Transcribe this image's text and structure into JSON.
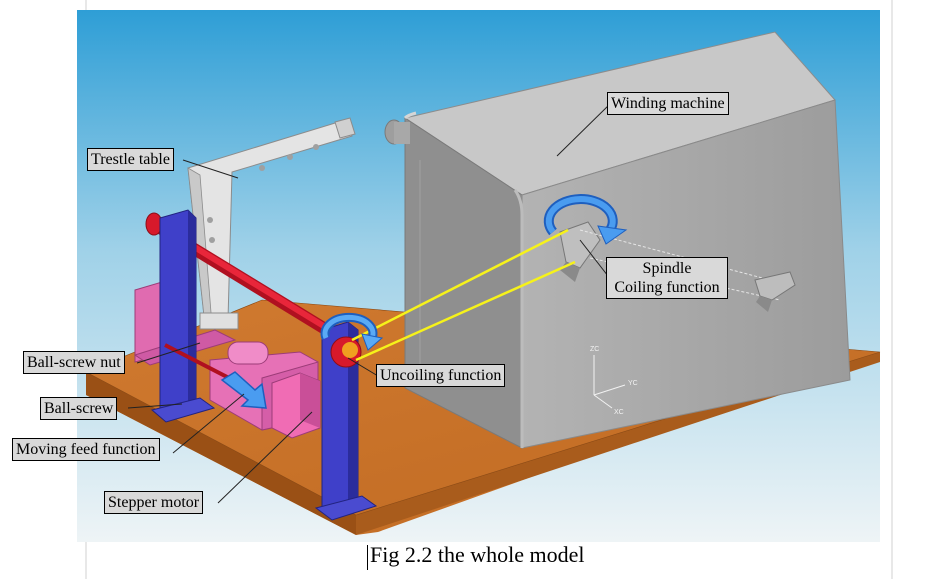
{
  "labels": {
    "winding_machine": "Winding machine",
    "trestle_table": "Trestle table",
    "spindle": "Spindle",
    "coiling_function": "Coiling function",
    "ball_screw_nut": "Ball-screw nut",
    "uncoiling_function": "Uncoiling function",
    "ball_screw": "Ball-screw",
    "moving_feed_function": "Moving feed function",
    "stepper_motor": "Stepper motor"
  },
  "axes": {
    "z": "ZC",
    "y": "YC",
    "x": "XC"
  },
  "caption": "Fig 2.2 the whole model",
  "colors": {
    "sky_top": "#2e9ed6",
    "sky_bottom": "#eef4f6",
    "base_plate": "#c9722a",
    "machine_body": "#a3a3a3",
    "column_blue": "#3f40c9",
    "rail_red": "#d7192b",
    "pink_parts": "#e56ab2",
    "yellow_line": "#f6f21a"
  }
}
